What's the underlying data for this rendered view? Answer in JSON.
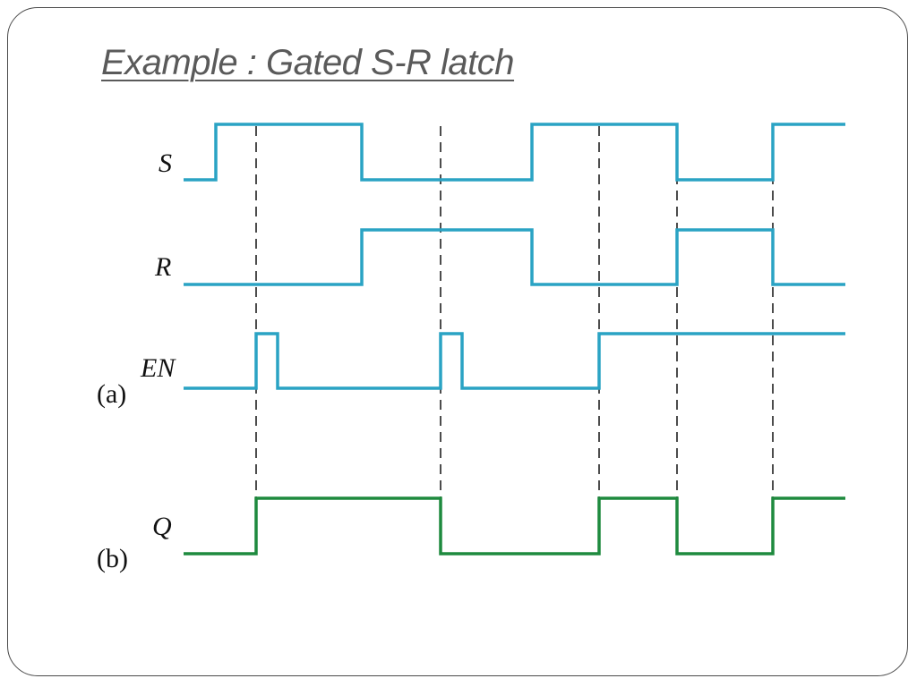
{
  "title": "Example : Gated S-R latch",
  "part_labels": {
    "a": "(a)",
    "b": "(b)"
  },
  "colors": {
    "input": "#2aa3c4",
    "output": "#1e8a3e",
    "guide": "#111111",
    "frame": "#4a4a4a",
    "title": "#5a5a5a"
  },
  "diagram": {
    "type": "timing-diagram",
    "signals": [
      {
        "id": "S",
        "label": "S",
        "role": "input",
        "transitions": [
          [
            0,
            0
          ],
          [
            1,
            1
          ],
          [
            4,
            0
          ],
          [
            8,
            1
          ],
          [
            11,
            0
          ],
          [
            13,
            1
          ]
        ]
      },
      {
        "id": "R",
        "label": "R",
        "role": "input",
        "transitions": [
          [
            0,
            0
          ],
          [
            4,
            1
          ],
          [
            8,
            0
          ],
          [
            11,
            1
          ],
          [
            13,
            0
          ]
        ]
      },
      {
        "id": "EN",
        "label": "EN",
        "role": "input",
        "transitions": [
          [
            0,
            0
          ],
          [
            2,
            1
          ],
          [
            3,
            0
          ],
          [
            6,
            1
          ],
          [
            7,
            0
          ],
          [
            9,
            1
          ]
        ]
      },
      {
        "id": "Q",
        "label": "Q",
        "role": "output",
        "transitions": [
          [
            0,
            0
          ],
          [
            2,
            1
          ],
          [
            6,
            0
          ],
          [
            9,
            1
          ],
          [
            11,
            0
          ],
          [
            13,
            1
          ]
        ]
      }
    ],
    "guide_events": [
      2,
      6,
      9,
      11,
      13
    ]
  }
}
